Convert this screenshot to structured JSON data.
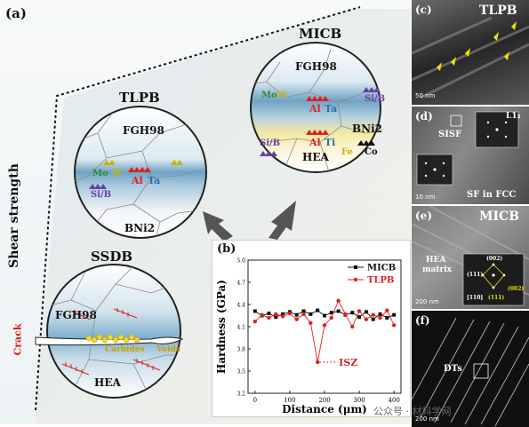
{
  "panel_a": {
    "label": "(a)",
    "y_axis": "Shear strength",
    "circles": {
      "tlpb": {
        "title": "TLPB",
        "top_label": "FGH98",
        "bottom_label": "BNi2",
        "species": [
          "Mo",
          "W",
          "Al",
          "Ta",
          "Si/B"
        ]
      },
      "micb": {
        "title": "MICB",
        "top_label": "FGH98",
        "mid_label": "BNi2",
        "bottom_label": "HEA",
        "species": [
          "Mo",
          "W",
          "Al",
          "Ta",
          "Al",
          "Ti",
          "Si/B",
          "Si/B",
          "Fe",
          "Co"
        ]
      },
      "ssdb": {
        "title": "SSDB",
        "top_label": "FGH98",
        "bottom_label": "HEA",
        "carbides": "Carbides",
        "voids": "Voids",
        "crack": "Crack"
      }
    }
  },
  "panel_b": {
    "label": "(b)",
    "annotation": "ISZ"
  },
  "chart_data": {
    "type": "line",
    "xlabel": "Distance (μm)",
    "ylabel": "Hardness (GPa)",
    "xlim": [
      -20,
      420
    ],
    "ylim": [
      3.2,
      5.0
    ],
    "x_ticks": [
      0,
      100,
      200,
      300,
      400
    ],
    "y_ticks": [
      3.2,
      3.5,
      3.8,
      4.1,
      4.4,
      4.7,
      5.0
    ],
    "y_tick_labels": [
      "3.2",
      "3.5",
      "3.8",
      "4.1",
      "4.4",
      "4.7",
      "5.0"
    ],
    "legend_position": "top-right",
    "series": [
      {
        "name": "MICB",
        "color": "#111111",
        "marker": "square",
        "x": [
          0,
          20,
          40,
          60,
          80,
          100,
          120,
          140,
          160,
          180,
          200,
          220,
          240,
          260,
          280,
          300,
          320,
          340,
          360,
          380,
          400
        ],
        "values": [
          4.31,
          4.25,
          4.28,
          4.23,
          4.27,
          4.3,
          4.26,
          4.31,
          4.27,
          4.32,
          4.25,
          4.29,
          4.31,
          4.26,
          4.29,
          4.23,
          4.3,
          4.2,
          4.27,
          4.22,
          4.26
        ]
      },
      {
        "name": "TLPB",
        "color": "#e02020",
        "marker": "circle",
        "x": [
          0,
          20,
          40,
          60,
          80,
          100,
          120,
          140,
          160,
          180,
          200,
          220,
          240,
          260,
          280,
          300,
          320,
          340,
          360,
          380,
          400
        ],
        "values": [
          4.17,
          4.26,
          4.22,
          4.27,
          4.24,
          4.28,
          4.2,
          4.27,
          4.15,
          3.62,
          4.12,
          4.22,
          4.45,
          4.27,
          4.1,
          4.31,
          4.2,
          4.26,
          4.22,
          4.32,
          4.12
        ]
      }
    ]
  },
  "panels_tem": [
    {
      "label": "(c)",
      "title": "TLPB",
      "scale": "50 nm"
    },
    {
      "label": "(d)",
      "title": "",
      "scale": "10 nm",
      "annotations": [
        "SISF",
        "L1₂",
        "SF in FCC"
      ]
    },
    {
      "label": "(e)",
      "title": "MICB",
      "scale": "200 nm",
      "annotations": [
        "HEA",
        "matrix",
        "(002)",
        "(111)",
        "(002)",
        "(111)",
        "[110]"
      ]
    },
    {
      "label": "(f)",
      "title": "",
      "scale": "200 nm",
      "annotations": [
        "DTs"
      ]
    }
  ],
  "watermark": "公众号 · 材料学网",
  "colors": {
    "micb": "#111111",
    "tlpb": "#e02020",
    "mo": "#2e8b2e",
    "w": "#c8b400",
    "al": "#e02020",
    "ta": "#2a6fb0",
    "sib": "#6a3fa0",
    "fe": "#c8b400"
  }
}
